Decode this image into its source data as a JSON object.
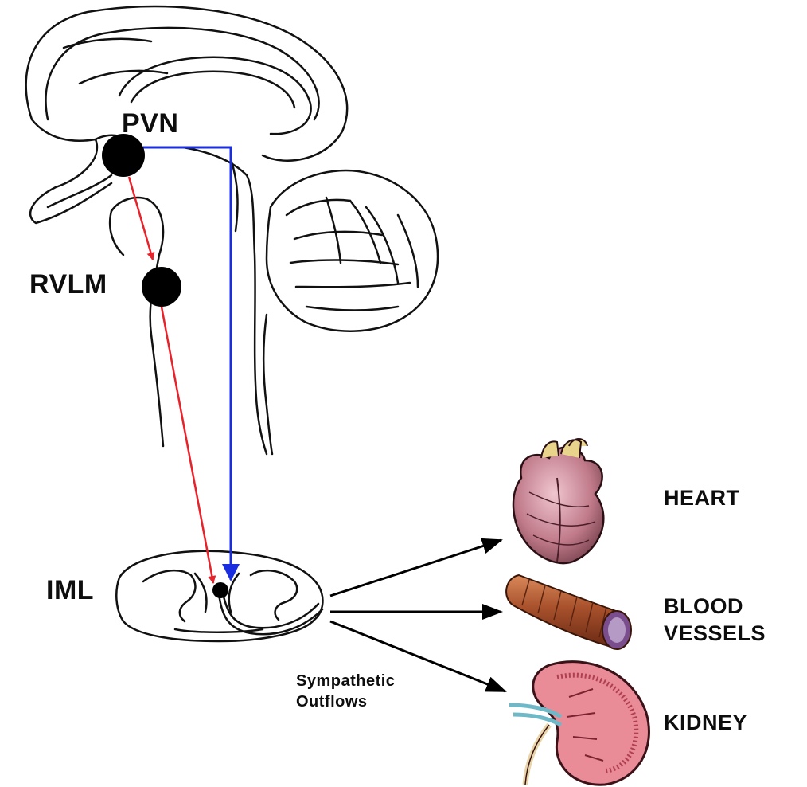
{
  "nuclei": {
    "pvn": "PVN",
    "rvlm": "RVLM",
    "iml": "IML"
  },
  "outflow_label": {
    "line1": "Sympathetic",
    "line2": "Outflows"
  },
  "organs": {
    "heart": "HEART",
    "vessels_line1": "BLOOD",
    "vessels_line2": "VESSELS",
    "kidney": "KIDNEY"
  },
  "colors": {
    "pvn_to_rvlm_path": "#e8222a",
    "pvn_to_iml_path": "#1a2ee0",
    "outflow_arrows": "#000000",
    "nucleus_fill": "#000000"
  }
}
